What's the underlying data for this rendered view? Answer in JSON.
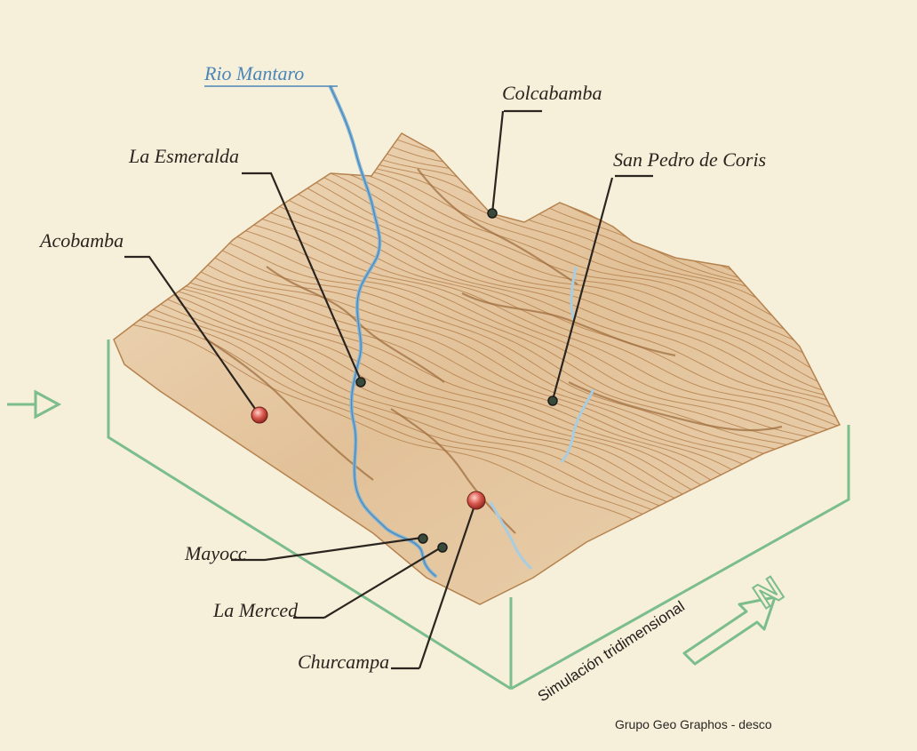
{
  "map": {
    "river_label": "Rio Mantaro",
    "places": {
      "colcabamba": "Colcabamba",
      "la_esmeralda": "La Esmeralda",
      "san_pedro": "San Pedro de Coris",
      "acobamba": "Acobamba",
      "mayocc": "Mayocc",
      "la_merced": "La Merced",
      "churcampa": "Churcampa"
    },
    "subtitle": "Simulación tridimensional",
    "north_letter": "N",
    "credit": "Grupo Geo Graphos - desco",
    "colors": {
      "background": "#f6efd9",
      "terrain_fill": "#e6c9a2",
      "contour": "#b6824e",
      "river": "#7fb3d6",
      "frame": "#7bbd8c",
      "major_town_marker": "#d9564c",
      "leader": "#2b2520"
    }
  }
}
